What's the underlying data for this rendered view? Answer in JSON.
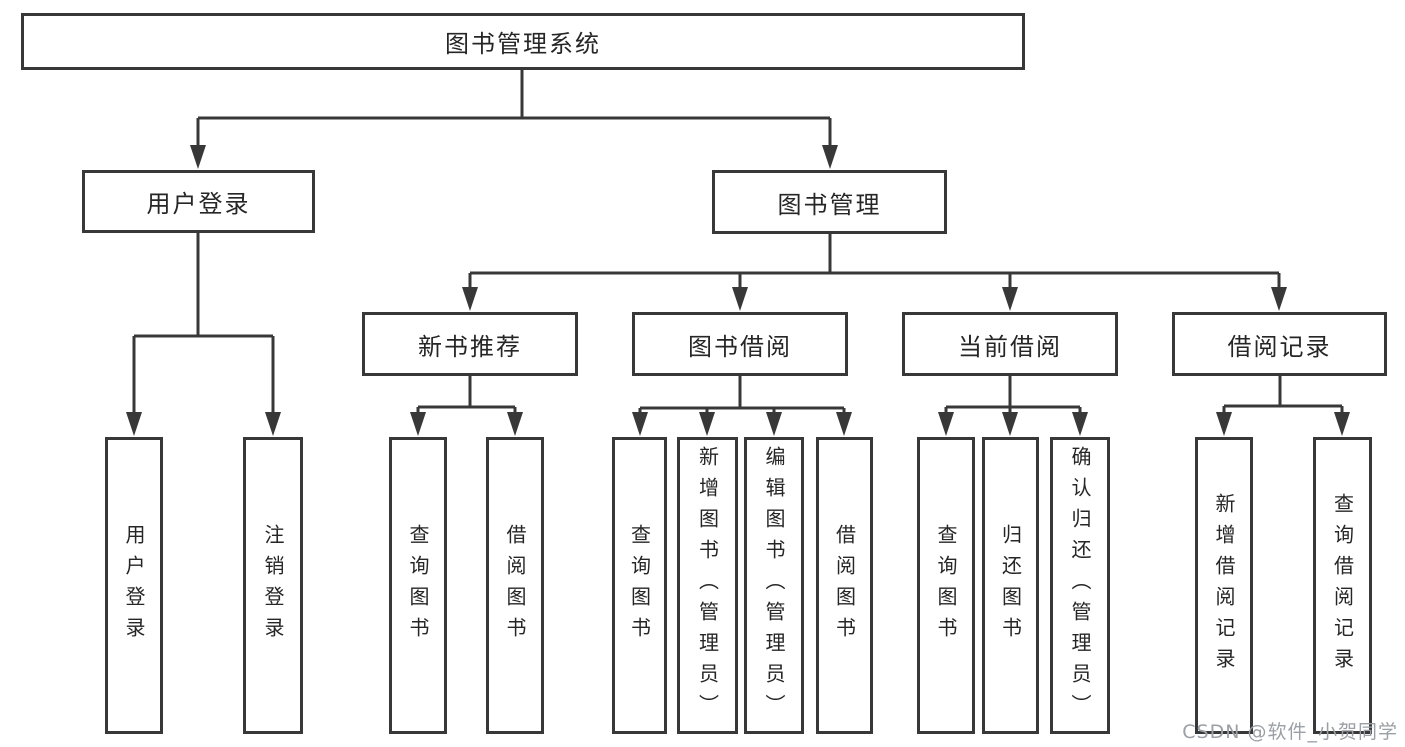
{
  "diagram": {
    "root": {
      "label": "图书管理系统"
    },
    "level2": [
      {
        "id": "user-login",
        "label": "用户登录"
      },
      {
        "id": "book-management",
        "label": "图书管理"
      }
    ],
    "level3": [
      {
        "id": "new-book-recommend",
        "label": "新书推荐"
      },
      {
        "id": "book-borrowing",
        "label": "图书借阅"
      },
      {
        "id": "current-borrowing",
        "label": "当前借阅"
      },
      {
        "id": "borrowing-records",
        "label": "借阅记录"
      }
    ],
    "leaves": [
      {
        "parent": "user-login",
        "label": "用户登录"
      },
      {
        "parent": "user-login",
        "label": "注销登录"
      },
      {
        "parent": "new-book-recommend",
        "label": "查询图书"
      },
      {
        "parent": "new-book-recommend",
        "label": "借阅图书"
      },
      {
        "parent": "book-borrowing",
        "label": "查询图书"
      },
      {
        "parent": "book-borrowing",
        "label": "新增图书（管理员）"
      },
      {
        "parent": "book-borrowing",
        "label": "编辑图书（管理员）"
      },
      {
        "parent": "book-borrowing",
        "label": "借阅图书"
      },
      {
        "parent": "current-borrowing",
        "label": "查询图书"
      },
      {
        "parent": "current-borrowing",
        "label": "归还图书"
      },
      {
        "parent": "current-borrowing",
        "label": "确认归还（管理员）"
      },
      {
        "parent": "borrowing-records",
        "label": "新增借阅记录"
      },
      {
        "parent": "borrowing-records",
        "label": "查询借阅记录"
      }
    ]
  },
  "watermark": {
    "text": "CSDN @软件_小贺同学"
  },
  "colors": {
    "line": "#383838",
    "text": "#262626",
    "background": "#ffffff",
    "watermark": "#9aa0a6"
  }
}
